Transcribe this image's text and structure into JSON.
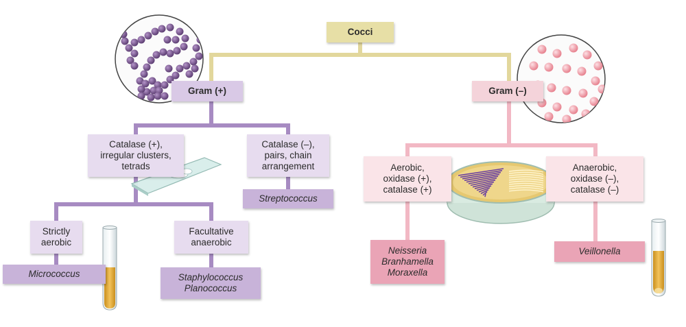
{
  "root": {
    "label": "Cocci"
  },
  "gram_positive": {
    "label": "Gram (+)",
    "color": "#9b7fb8",
    "catalase_pos": {
      "lines": [
        "Catalase (+),",
        "irregular clusters,",
        "tetrads"
      ]
    },
    "catalase_neg": {
      "lines": [
        "Catalase (–),",
        "pairs, chain",
        "arrangement"
      ]
    },
    "strep": {
      "label": "Streptococcus"
    },
    "strictly_aerobic": {
      "lines": [
        "Strictly",
        "aerobic"
      ]
    },
    "facultative": {
      "lines": [
        "Facultative",
        "anaerobic"
      ]
    },
    "micrococcus": {
      "label": "Micrococcus"
    },
    "staph": {
      "lines": [
        "Staphylococcus",
        "Planococcus"
      ]
    }
  },
  "gram_negative": {
    "label": "Gram (–)",
    "color": "#f0b3c0",
    "aerobic": {
      "lines": [
        "Aerobic,",
        "oxidase (+),",
        "catalase (+)"
      ]
    },
    "anaerobic": {
      "lines": [
        "Anaerobic,",
        "oxidase (–),",
        "catalase (–)"
      ]
    },
    "neisseria": {
      "lines": [
        "Neisseria",
        "Branhamella",
        "Moraxella"
      ]
    },
    "veillonella": {
      "label": "Veillonella"
    }
  },
  "colors": {
    "root_line": "#e2d79c",
    "purple_cocci": "#7a5a8e",
    "pink_cocci": "#f2a2b0"
  }
}
